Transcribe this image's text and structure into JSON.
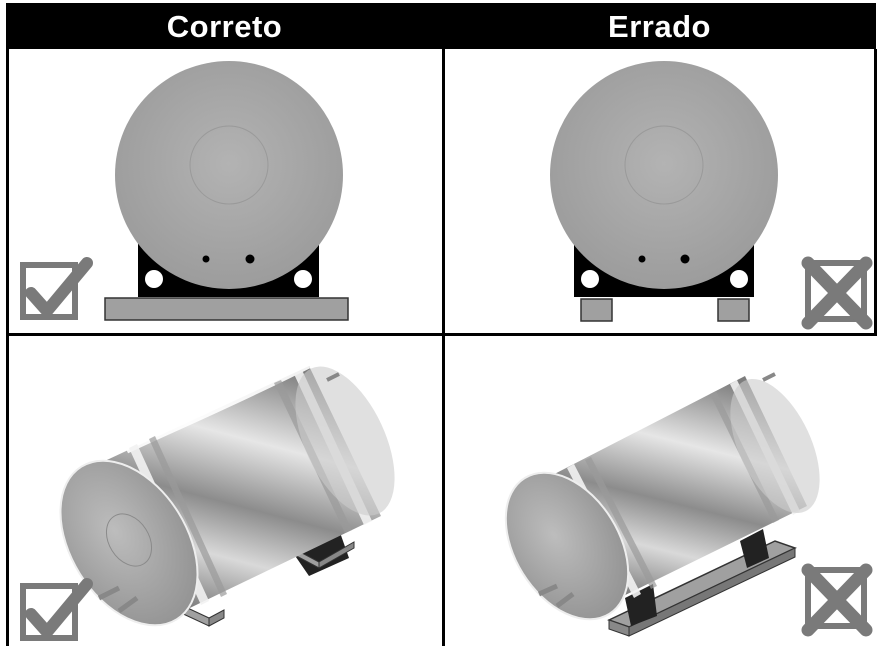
{
  "header": {
    "correct_label": "Correto",
    "wrong_label": "Errado"
  },
  "panels": [
    {
      "position": "top-left",
      "view": "front",
      "support": "continuous-base",
      "verdict": "correct",
      "icon": "checkmark-icon"
    },
    {
      "position": "top-right",
      "view": "front",
      "support": "two-blocks",
      "verdict": "wrong",
      "icon": "cross-icon"
    },
    {
      "position": "bottom-left",
      "view": "isometric",
      "support": "two-blocks",
      "verdict": "correct",
      "icon": "checkmark-icon"
    },
    {
      "position": "bottom-right",
      "view": "isometric",
      "support": "continuous-base",
      "verdict": "wrong",
      "icon": "cross-icon"
    }
  ],
  "colors": {
    "header_bg": "#000000",
    "header_text": "#ffffff",
    "tank_gray": "#a9a9a9",
    "base_gray": "#a0a0a0",
    "icon_gray": "#7a7a7a"
  }
}
